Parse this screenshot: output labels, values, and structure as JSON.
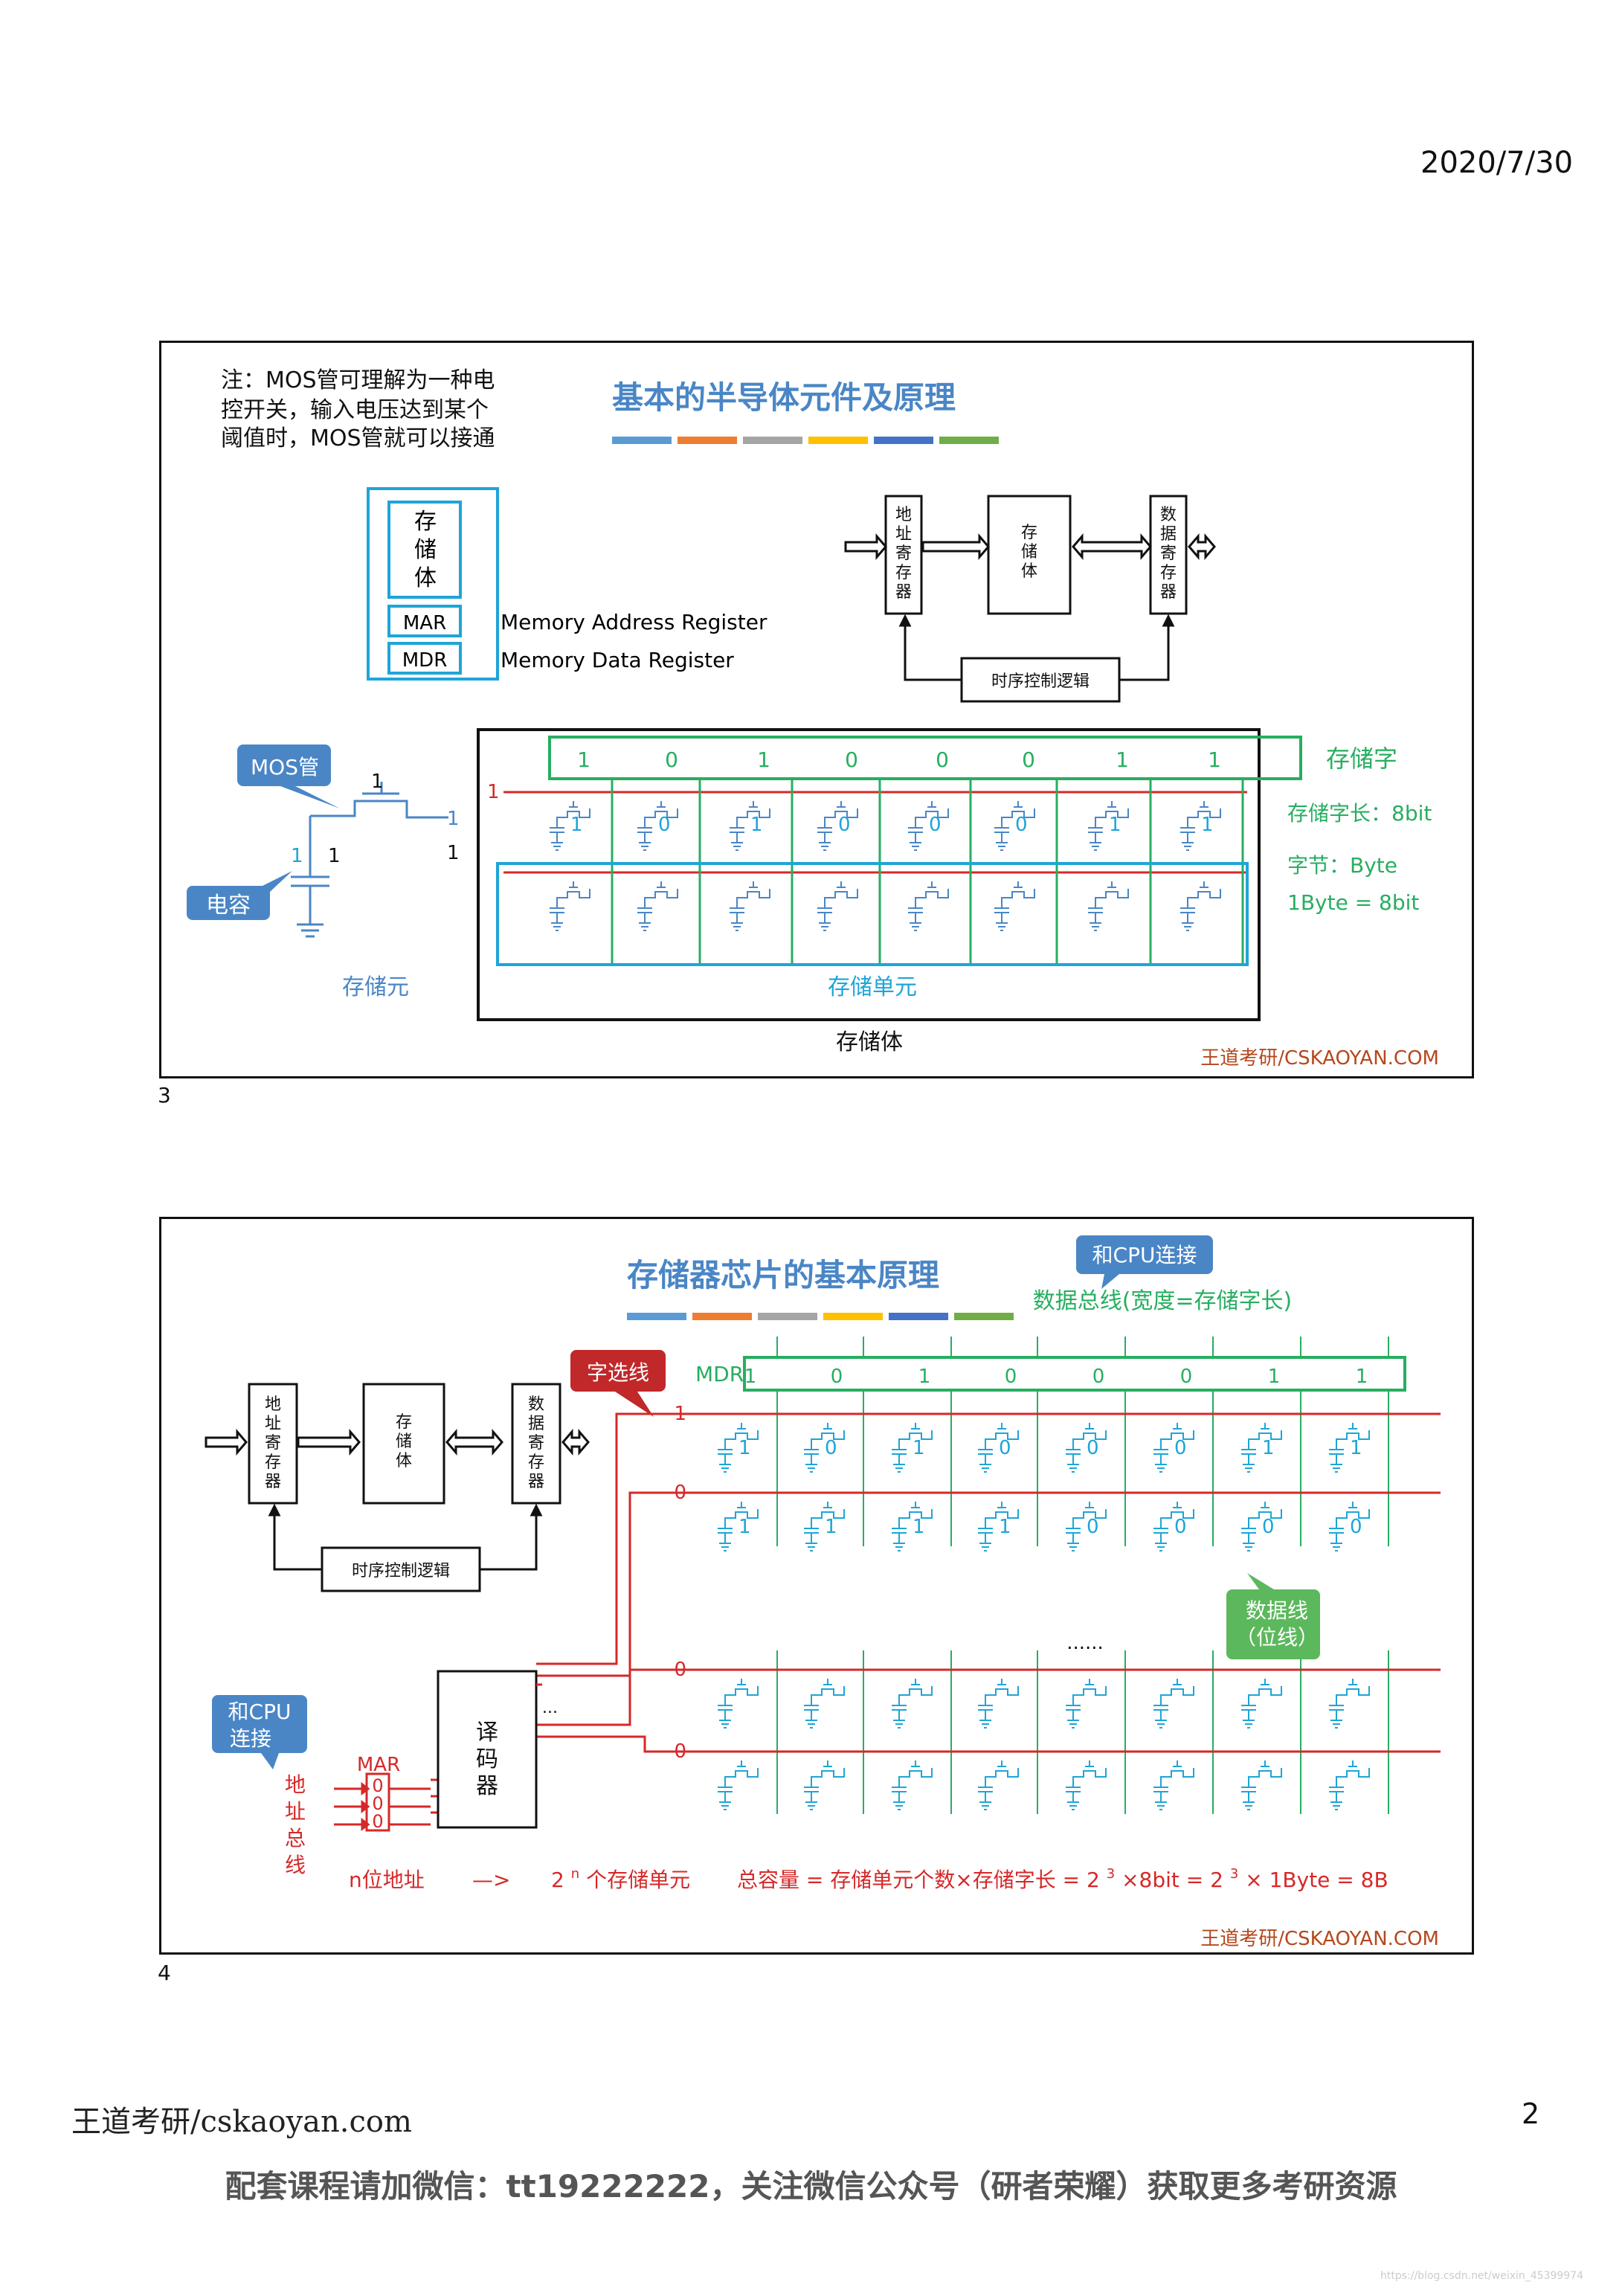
{
  "header": {
    "date": "2020/7/30"
  },
  "slide1": {
    "number": "3",
    "note": [
      "注：MOS管可理解为一种电",
      "控开关，输入电压达到某个",
      "阈值时，MOS管就可以接通"
    ],
    "title": "基本的半导体元件及原理",
    "legend": {
      "storage_body": [
        "存",
        "储",
        "体"
      ],
      "mar": "MAR",
      "mar_desc": "Memory Address Register",
      "mdr": "MDR",
      "mdr_desc": "Memory Data Register"
    },
    "diagram": {
      "addr_reg": [
        "地",
        "址",
        "寄",
        "存",
        "器"
      ],
      "memory": [
        "存",
        "储",
        "体"
      ],
      "data_reg": [
        "数",
        "据",
        "寄",
        "存",
        "器"
      ],
      "timing": "时序控制逻辑"
    },
    "cell": {
      "mos_callout": "MOS管",
      "capacitor_callout": "电容",
      "label": "存储元",
      "v1": "1",
      "v2": "1",
      "v3": "1",
      "v4": "1",
      "v5": "1"
    },
    "array": {
      "word_bits": [
        "1",
        "0",
        "1",
        "0",
        "0",
        "0",
        "1",
        "1"
      ],
      "row_label": "1",
      "cell_bits": [
        "1",
        "0",
        "1",
        "0",
        "0",
        "0",
        "1",
        "1"
      ],
      "unit_label": "存储单元",
      "body_label": "存储体"
    },
    "side_notes": {
      "word": "存储字",
      "word_len": "存储字长：8bit",
      "byte": "字节：Byte",
      "byte_eq": "1Byte = 8bit"
    },
    "watermark": "王道考研/CSKAOYAN.COM"
  },
  "slide2": {
    "number": "4",
    "title": "存储器芯片的基本原理",
    "cpu_callout_top": "和CPU连接",
    "data_bus": "数据总线(宽度=存储字长)",
    "mdr_label": "MDR",
    "mdr_bits": [
      "1",
      "0",
      "1",
      "0",
      "0",
      "0",
      "1",
      "1"
    ],
    "word_line_callout": "字选线",
    "diagram": {
      "addr_reg": [
        "地",
        "址",
        "寄",
        "存",
        "器"
      ],
      "memory": [
        "存",
        "储",
        "体"
      ],
      "data_reg": [
        "数",
        "据",
        "寄",
        "存",
        "器"
      ],
      "timing": "时序控制逻辑"
    },
    "rows": [
      {
        "select": "1",
        "bits": [
          "1",
          "0",
          "1",
          "0",
          "0",
          "0",
          "1",
          "1"
        ]
      },
      {
        "select": "0",
        "bits": [
          "1",
          "1",
          "1",
          "1",
          "0",
          "0",
          "0",
          "0"
        ]
      },
      {
        "select": "0",
        "bits": []
      },
      {
        "select": "0",
        "bits": []
      }
    ],
    "ellipsis": "......",
    "decoder_dots": "...",
    "data_line_callout": [
      "数据线",
      "（位线）"
    ],
    "decoder": [
      "译",
      "码",
      "器"
    ],
    "cpu_callout_left": [
      "和CPU",
      "连接"
    ],
    "mar_label": "MAR",
    "mar_bits": [
      "0",
      "0",
      "0"
    ],
    "addr_bus": [
      "地",
      "址",
      "总",
      "线"
    ],
    "formula_addr": "n位地址",
    "formula_arrow": "—>",
    "formula_units_base": "2",
    "formula_units_exp": "n",
    "formula_units_rest": " 个存储单元",
    "formula_total_a": "总容量 = 存储单元个数×存储字长 = 2",
    "formula_exp1": "3",
    "formula_total_b": "×8bit = 2",
    "formula_exp2": "3",
    "formula_total_c": " × 1Byte = 8B",
    "watermark": "王道考研/CSKAOYAN.COM"
  },
  "footer": {
    "site": "王道考研/cskaoyan.com",
    "page": "2",
    "promo": "配套课程请加微信：tt19222222，关注微信公众号（研者荣耀）获取更多考研资源",
    "faint_url": "https://blog.csdn.net/weixin_45399974"
  },
  "colors": {
    "blue_title": "#4a86c6",
    "cyan": "#1ea5d8",
    "green": "#27ae60",
    "red": "#d62828",
    "brown": "#b5481c",
    "callout_blue": "#4a86c6",
    "callout_red": "#c0282a",
    "callout_green": "#5cb85c"
  }
}
